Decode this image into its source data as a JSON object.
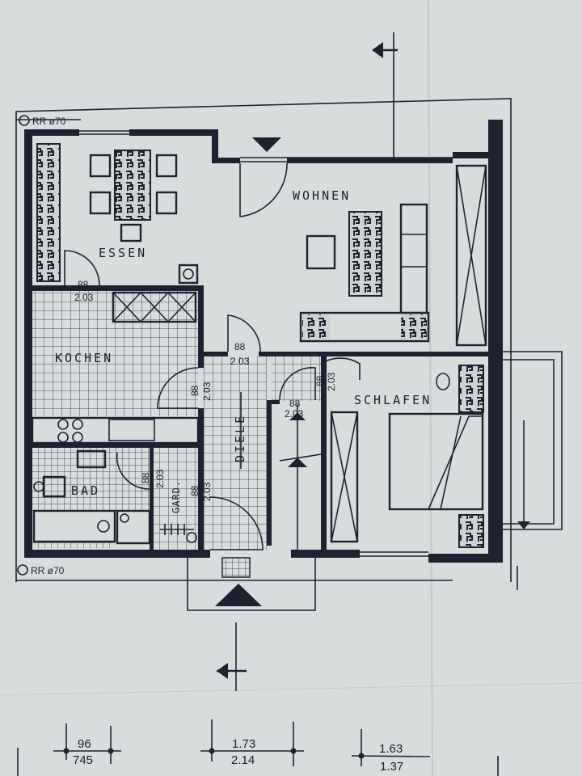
{
  "plan": {
    "rooms": {
      "essen": "ESSEN",
      "wohnen": "WOHNEN",
      "kochen": "KOCHEN",
      "diele": "DIELE",
      "schlafen": "SCHLAFEN",
      "bad": "BAD",
      "garderobe": "GARD."
    },
    "chimney_top": "RR ø70",
    "chimney_bottom": "RR ø70",
    "door_dims": [
      {
        "width": "88",
        "height": "2.03"
      },
      {
        "width": "88",
        "height": "2.03"
      },
      {
        "width": "88",
        "height": "2.03"
      },
      {
        "width": "88",
        "height": "2.03"
      },
      {
        "width": "88",
        "height": "2.03"
      },
      {
        "width": "88",
        "height": "2.03"
      },
      {
        "width": "88",
        "height": "2.03"
      }
    ],
    "bottom_dims": [
      {
        "top": "96",
        "bottom": "745"
      },
      {
        "top": "1.73",
        "bottom": "2.14"
      },
      {
        "top": "1.63",
        "bottom": "1.37"
      }
    ]
  },
  "colors": {
    "paper": "#d9dcdd",
    "ink": "#1f2130"
  }
}
